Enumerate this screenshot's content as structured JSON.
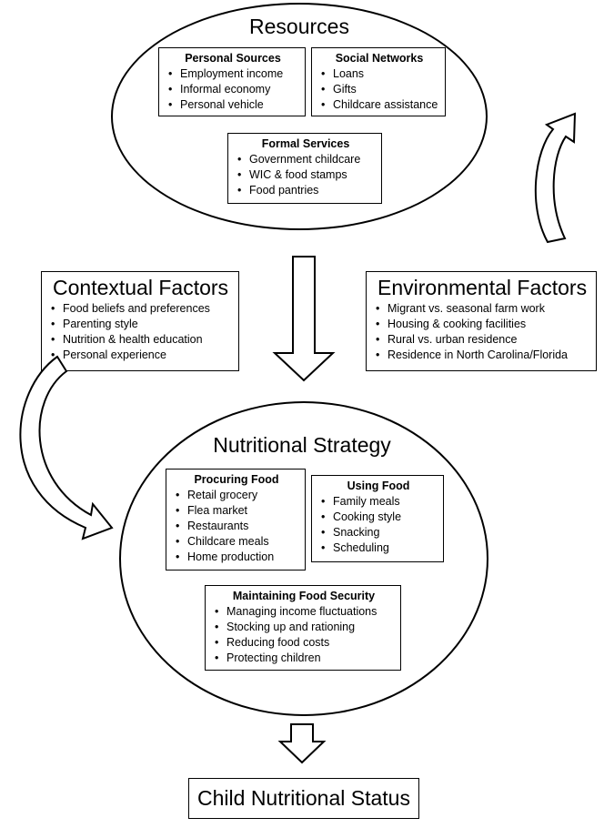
{
  "resources": {
    "title": "Resources",
    "personal": {
      "title": "Personal Sources",
      "items": [
        "Employment income",
        "Informal economy",
        "Personal vehicle"
      ]
    },
    "social": {
      "title": "Social Networks",
      "items": [
        "Loans",
        "Gifts",
        "Childcare assistance"
      ]
    },
    "formal": {
      "title": "Formal Services",
      "items": [
        "Government childcare",
        "WIC & food stamps",
        "Food pantries"
      ]
    }
  },
  "contextual": {
    "title": "Contextual Factors",
    "items": [
      "Food beliefs and preferences",
      "Parenting style",
      "Nutrition & health education",
      "Personal experience"
    ]
  },
  "environmental": {
    "title": "Environmental Factors",
    "items": [
      "Migrant vs. seasonal  farm work",
      "Housing & cooking facilities",
      "Rural vs. urban residence",
      "Residence in North Carolina/Florida"
    ]
  },
  "strategy": {
    "title": "Nutritional Strategy",
    "procuring": {
      "title": "Procuring Food",
      "items": [
        "Retail grocery",
        "Flea market",
        "Restaurants",
        "Childcare meals",
        "Home production"
      ]
    },
    "using": {
      "title": "Using Food",
      "items": [
        "Family meals",
        "Cooking style",
        "Snacking",
        "Scheduling"
      ]
    },
    "maintaining": {
      "title": "Maintaining Food Security",
      "items": [
        "Managing income fluctuations",
        "Stocking up and rationing",
        "Reducing food costs",
        "Protecting children"
      ]
    }
  },
  "outcome": {
    "title": "Child Nutritional Status"
  }
}
